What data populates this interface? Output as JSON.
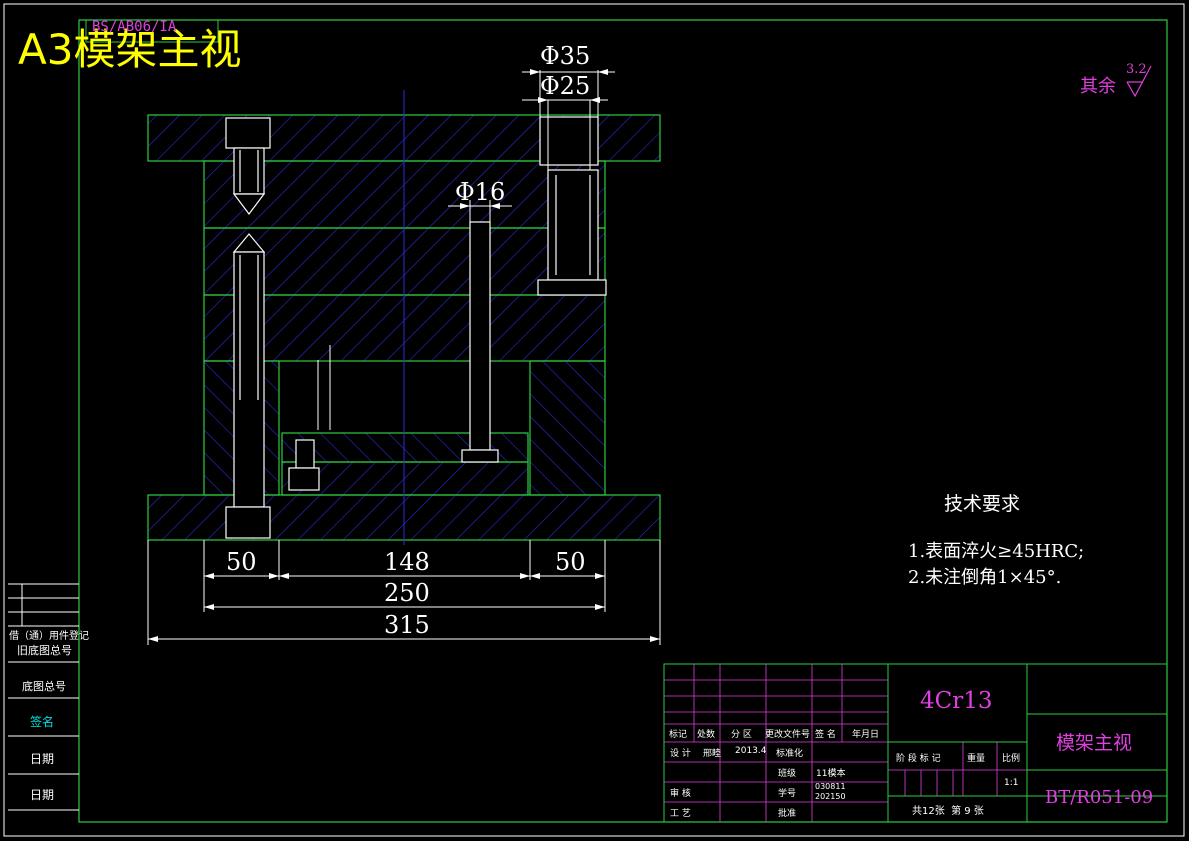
{
  "sheet": {
    "title_big": "A3模架主视",
    "stamp": "BS/AB06/IA",
    "roughness_label": "其余",
    "roughness_value": "3.2"
  },
  "dimensions": {
    "phi35": "Φ35",
    "phi25": "Φ25",
    "phi16": "Φ16",
    "d50_left": "50",
    "d148": "148",
    "d50_right": "50",
    "d250": "250",
    "d315": "315"
  },
  "tech": {
    "heading": "技术要求",
    "line1": "1.表面淬火≥45HRC;",
    "line2": "2.未注倒角1×45°."
  },
  "left_strip": {
    "row1": "借（通）用件登记",
    "row2": "旧底图总号",
    "row3": "底图总号",
    "row4": "签名",
    "row5": "日期",
    "row6": "日期"
  },
  "title_block": {
    "material": "4Cr13",
    "drawing_name": "模架主视",
    "drawing_no": "BT/R051-09",
    "h_mark": "标记",
    "h_count": "处数",
    "h_zone": "分 区",
    "h_docno": "更改文件号",
    "h_sign": "签 名",
    "h_date": "年月日",
    "design_label": "设 计",
    "designer": "邢睦",
    "design_date": "2013.4",
    "standard": "标准化",
    "class_label": "班级",
    "class_value": "11模本",
    "id_label": "学号",
    "id_value1": "030811",
    "id_value2": "202150",
    "review": "审 核",
    "craft": "工 艺",
    "approve": "批准",
    "stage_mark": "阶 段 标 记",
    "weight": "重量",
    "scale_label": "比例",
    "scale_value": "1:1",
    "sheets": "共12张  第 9 张"
  }
}
